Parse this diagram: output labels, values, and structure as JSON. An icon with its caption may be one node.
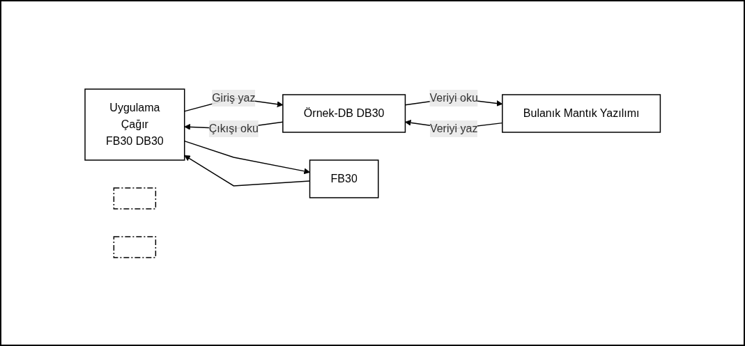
{
  "diagram": {
    "nodes": [
      {
        "text": [
          "Uygulama",
          "Çağır",
          "FB30 DB30"
        ]
      },
      {
        "text": [
          "Örnek-DB DB30"
        ]
      },
      {
        "text": [
          "FB30"
        ]
      },
      {
        "text": [
          "Bulanık Mantık Yazılımı"
        ]
      },
      {
        "text": [],
        "shape": "box"
      },
      {
        "text": [],
        "shape": "box"
      }
    ],
    "edges": [
      {
        "from": 0,
        "to": 1,
        "arrow": "to",
        "label": "Giriş yaz"
      },
      {
        "from": 0,
        "to": 2,
        "arrow": "to"
      },
      {
        "from": 2,
        "to": 0,
        "arrow": "to"
      },
      {
        "from": 1,
        "to": 0,
        "arrow": "to",
        "label": "Çıkışı oku"
      },
      {
        "from": 3,
        "to": 1,
        "arrow": "to",
        "label": "Veriyi yaz"
      },
      {
        "from": 1,
        "to": 3,
        "arrow": "to",
        "label": "Veriyi oku"
      }
    ]
  }
}
